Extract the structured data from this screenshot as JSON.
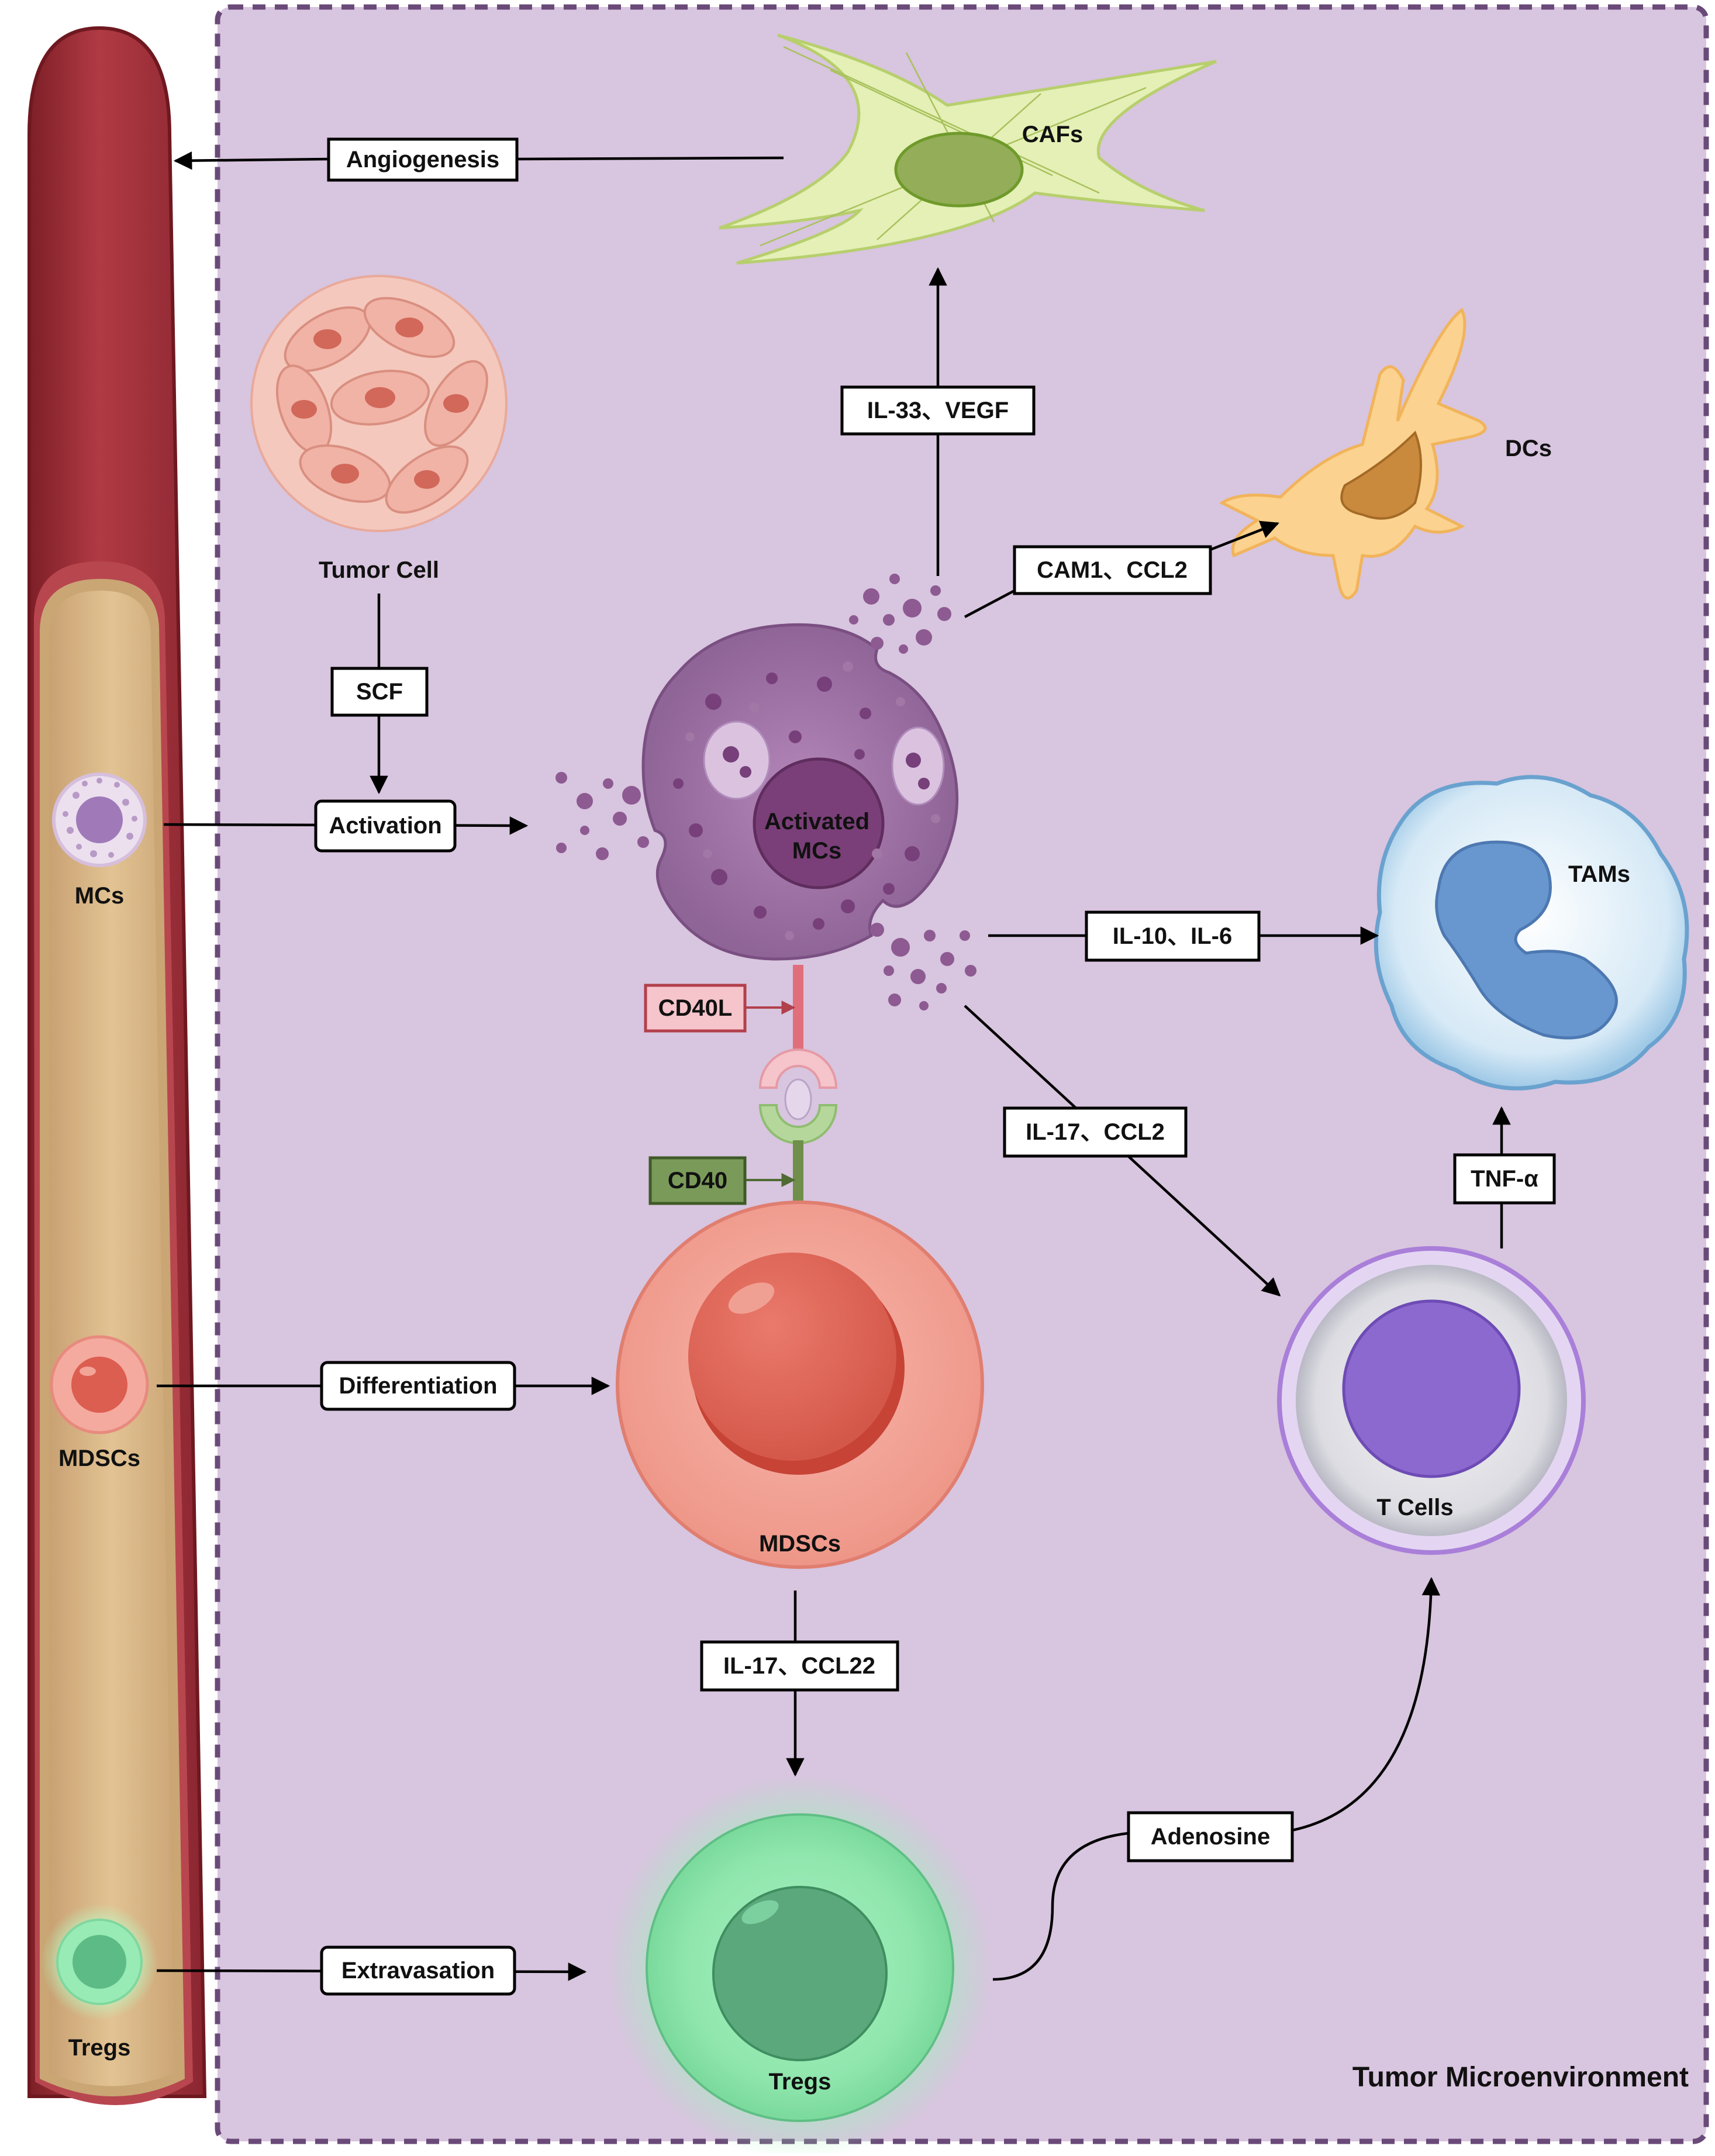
{
  "title": "",
  "region_label": "Tumor Microenvironment",
  "cells": {
    "cafs": "CAFs",
    "tumor_cell": "Tumor Cell",
    "dcs": "DCs",
    "activated_mcs": "Activated MCs",
    "activated_mcs_line1": "Activated",
    "activated_mcs_line2": "MCs",
    "tams": "TAMs",
    "t_cells": "T Cells",
    "mdscs_tme": "MDSCs",
    "tregs_tme": "Tregs",
    "mcs_vessel": "MCs",
    "mdscs_vessel": "MDSCs",
    "tregs_vessel": "Tregs"
  },
  "labels": {
    "angiogenesis": "Angiogenesis",
    "il33_vegf": "IL-33、VEGF",
    "cam1_ccl2": "CAM1、CCL2",
    "scf": "SCF",
    "activation": "Activation",
    "il10_il6": "IL-10、IL-6",
    "cd40l": "CD40L",
    "cd40": "CD40",
    "il17_ccl2": "IL-17、CCL2",
    "tnf_alpha": "TNF-α",
    "differentiation": "Differentiation",
    "il17_ccl22": "IL-17、CCL22",
    "adenosine": "Adenosine",
    "extravasation": "Extravasation"
  },
  "colors": {
    "tme_background": "#d8c5df",
    "tme_border": "#6a4a78",
    "vessel_outer": "#a8353d",
    "vessel_lumen": "#d9b98c",
    "cd40l": "#f6c4cb",
    "cd40": "#7a9a5a"
  }
}
